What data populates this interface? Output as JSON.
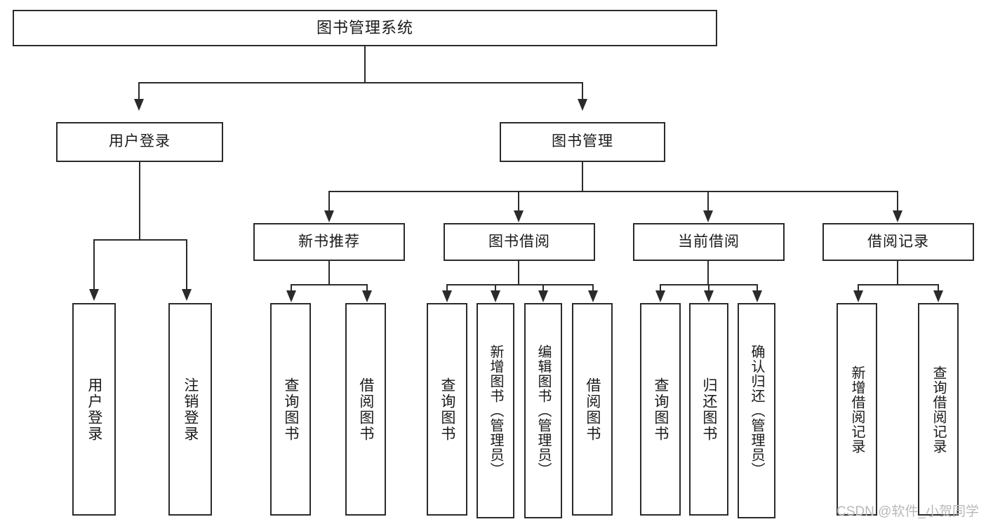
{
  "diagram": {
    "title": "图书管理系统",
    "type": "tree",
    "root": {
      "label": "图书管理系统"
    },
    "level2": [
      {
        "label": "用户登录"
      },
      {
        "label": "图书管理"
      }
    ],
    "level3": [
      {
        "label": "新书推荐"
      },
      {
        "label": "图书借阅"
      },
      {
        "label": "当前借阅"
      },
      {
        "label": "借阅记录"
      }
    ],
    "leaves": {
      "user_login": [
        {
          "label": "用户登录"
        },
        {
          "label": "注销登录"
        }
      ],
      "new_book": [
        {
          "label": "查询图书"
        },
        {
          "label": "借阅图书"
        }
      ],
      "book_borrow": [
        {
          "label": "查询图书"
        },
        {
          "label": "新增图书（管理员）"
        },
        {
          "label": "编辑图书（管理员）"
        },
        {
          "label": "借阅图书"
        }
      ],
      "current_borrow": [
        {
          "label": "查询图书"
        },
        {
          "label": "归还图书"
        },
        {
          "label": "确认归还（管理员）"
        }
      ],
      "borrow_record": [
        {
          "label": "新增借阅记录"
        },
        {
          "label": "查询借阅记录"
        }
      ]
    }
  },
  "watermark": {
    "text": "CSDN @软件_小贺同学"
  },
  "colors": {
    "stroke": "#2b2b2b",
    "background": "#ffffff",
    "text": "#1a1a1a",
    "watermark": "#b9b9b9"
  }
}
